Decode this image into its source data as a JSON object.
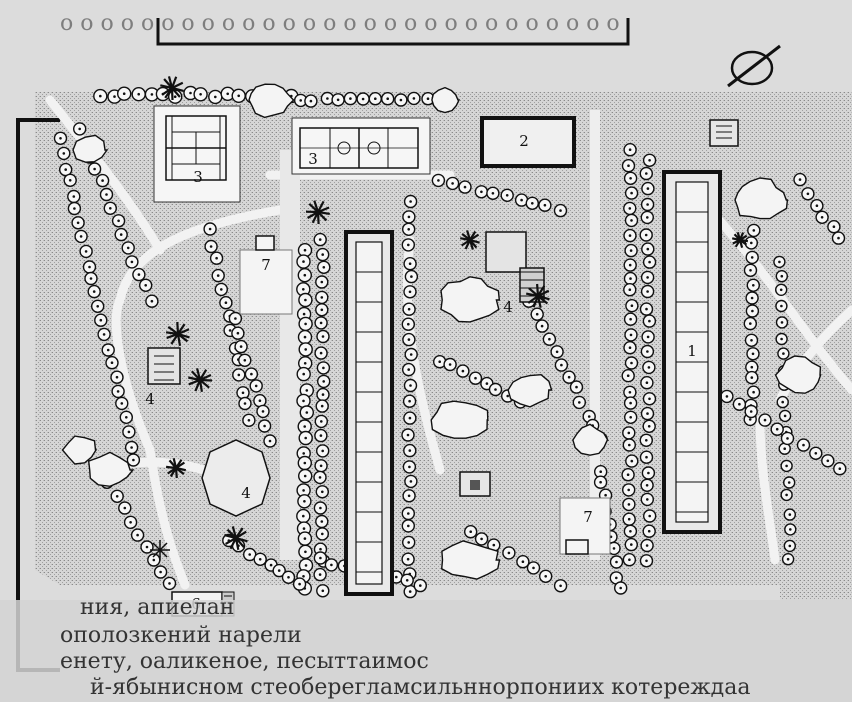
{
  "map": {
    "labels": {
      "building_1": "1",
      "building_2": "2",
      "court_3_left": "3",
      "court_3_top": "3",
      "pavilion_4_top": "4",
      "pavilion_4_left": "4",
      "pavilion_4_bottom": "4",
      "block_6": "6",
      "block_7_top": "7",
      "block_7_bottom": "7"
    },
    "page_text": [
      "ния, апиелан",
      "ополозкений нарели",
      "енету, оаликеное, песыттаимос",
      "й-ябынисном стеоберегламсильннорпониих котереждаа"
    ]
  }
}
